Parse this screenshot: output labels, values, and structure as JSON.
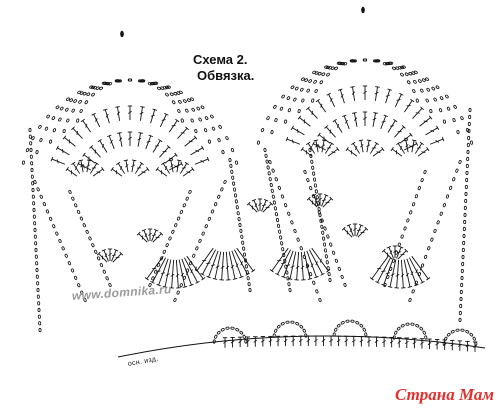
{
  "diagram": {
    "title_line1": "Схема 2.",
    "title_line2": "Обвязка.",
    "watermark": "www.domnika.ru",
    "base_label": "осн. изд.",
    "logo_text": "Страна Мам",
    "colors": {
      "ink": "#111111",
      "watermark": "#9a9a9a",
      "logo": "#e0322e",
      "background": "#ffffff"
    }
  }
}
